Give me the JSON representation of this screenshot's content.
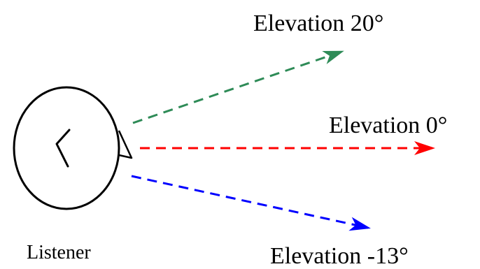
{
  "labels": {
    "elev_20": "Elevation 20°",
    "elev_0": "Elevation 0°",
    "elev_neg13": "Elevation -13°",
    "listener": "Listener"
  },
  "colors": {
    "elev_20": "#2e8b57",
    "elev_0": "#ff0000",
    "elev_neg13": "#0000ff",
    "outline": "#000000"
  },
  "icons": {
    "head": "head-outline-icon",
    "nose": "nose-icon",
    "ear": "ear-icon"
  }
}
